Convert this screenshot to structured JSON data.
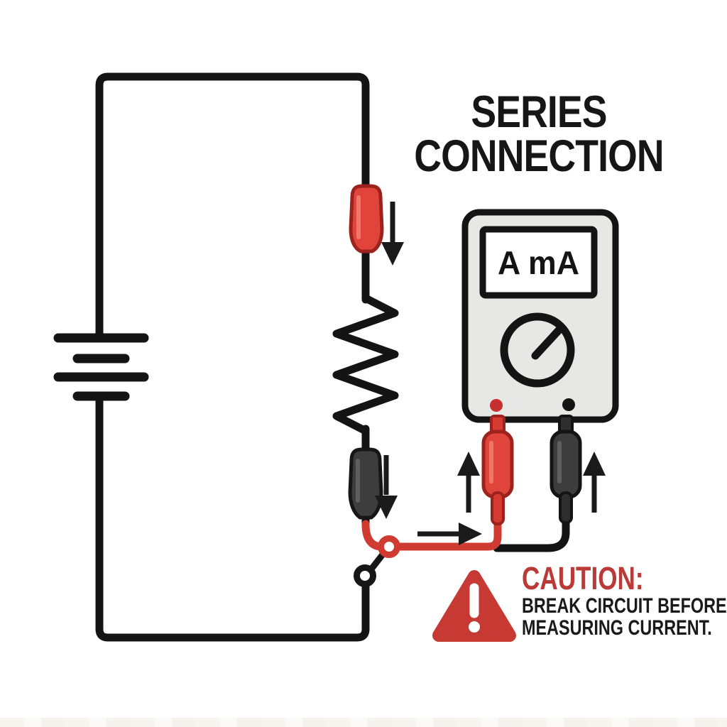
{
  "title": {
    "line1": "SERIES",
    "line2": "CONNECTION"
  },
  "multimeter": {
    "display_label": "A mA",
    "body_color": "#e7e8e5",
    "red_terminal_color": "#c6302e",
    "black_terminal_color": "#141414",
    "dial": "rotary-dial pointing upper-right"
  },
  "caution": {
    "heading": "CAUTION:",
    "line1": "BREAK CIRCUIT BEFORE",
    "line2": "MEASURING CURRENT.",
    "heading_color": "#b93a36",
    "triangle_color": "#c73a33"
  },
  "colors": {
    "background": "#ffffff",
    "wire_black": "#141414",
    "lead_red": "#cf3a31",
    "probe_red_fill": "#e0443a",
    "probe_red_border": "#9c231d",
    "probe_black_fill": "#3d3d3d",
    "text_black": "#161616"
  },
  "icons": {
    "battery": "battery-icon",
    "resistor": "resistor-icon",
    "multimeter": "multimeter-icon",
    "dial": "dial-knob-icon",
    "red_probe_top": "red-probe-connector-icon",
    "black_probe_clip": "black-probe-connector-icon",
    "red_test_lead": "red-test-lead-plug-icon",
    "black_test_lead": "black-test-lead-plug-icon",
    "open_switch": "open-circuit-break-icon",
    "current_arrows": "current-flow-arrow-icon",
    "warning": "warning-triangle-icon"
  }
}
